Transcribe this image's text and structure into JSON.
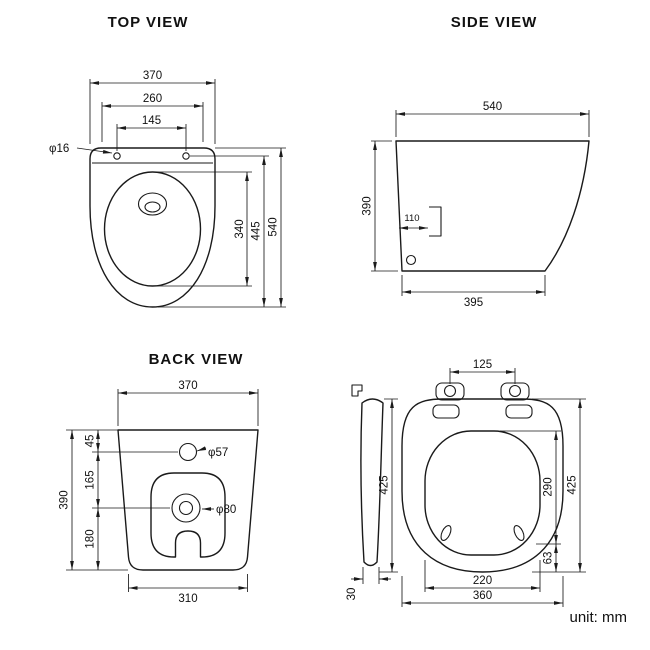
{
  "drawing": {
    "unit_label": "unit: mm",
    "line_color": "#1a1a1a",
    "background": "#ffffff"
  },
  "top_view": {
    "title": "TOP VIEW",
    "dims": {
      "overall_width": "370",
      "rim_width": "260",
      "hinge_hole_spacing": "145",
      "hinge_hole_diameter": "φ16",
      "overall_length": "540",
      "rim_length": "445",
      "opening_length": "340"
    }
  },
  "side_view": {
    "title": "SIDE VIEW",
    "dims": {
      "overall_depth": "540",
      "overall_height": "390",
      "fixing_offset": "110",
      "base_depth": "395"
    }
  },
  "back_view": {
    "title": "BACK VIEW",
    "dims": {
      "overall_width": "370",
      "top_to_inlet": "45",
      "inlet_to_outlet": "165",
      "outlet_to_floor": "180",
      "overall_height": "390",
      "inlet_diameter": "φ57",
      "outlet_diameter": "φ80",
      "base_width": "310"
    }
  },
  "seat_view": {
    "dims": {
      "hinge_hole_spacing": "125",
      "profile_thickness": "30",
      "seat_height_left": "425",
      "opening_length": "290",
      "bumper_to_edge": "63",
      "seat_height_right": "425",
      "opening_width": "220",
      "overall_width": "360"
    }
  }
}
